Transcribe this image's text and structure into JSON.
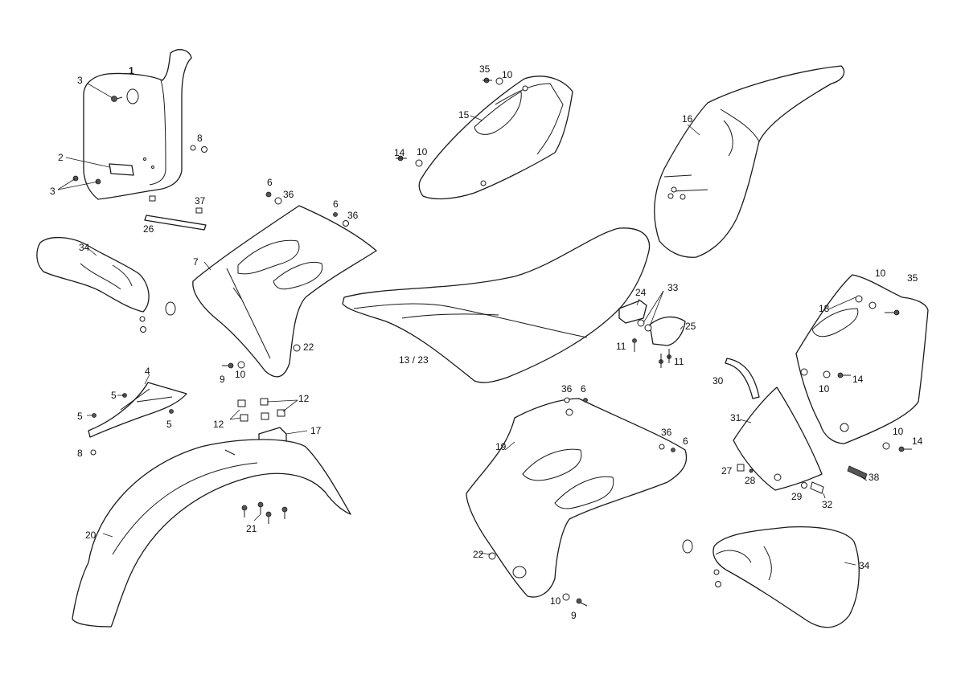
{
  "callouts": {
    "c1": "1",
    "c2": "2",
    "c3a": "3",
    "c3b": "3",
    "c5a": "5",
    "c5b": "5",
    "c5c": "5",
    "c6a": "6",
    "c6b": "6",
    "c6c": "6",
    "c6d": "6",
    "c7": "7",
    "c8a": "8",
    "c8b": "8",
    "c9a": "9",
    "c9b": "9",
    "c10a": "10",
    "c10b": "10",
    "c10c": "10",
    "c10d": "10",
    "c10e": "10",
    "c10f": "10",
    "c10g": "10",
    "c11a": "11",
    "c11b": "11",
    "c12a": "12",
    "c12b": "12",
    "c1323": "13 / 23",
    "c14a": "14",
    "c14b": "14",
    "c14c": "14",
    "c15": "15",
    "c16": "16",
    "c17": "17",
    "c18": "18",
    "c19": "19",
    "c20": "20",
    "c21": "21",
    "c22a": "22",
    "c22b": "22",
    "c24": "24",
    "c25": "25",
    "c26": "26",
    "c27": "27",
    "c28": "28",
    "c29": "29",
    "c30": "30",
    "c31": "31",
    "c32": "32",
    "c33": "33",
    "c34a": "34",
    "c34b": "34",
    "c35a": "35",
    "c35b": "35",
    "c36a": "36",
    "c36b": "36",
    "c36c": "36",
    "c36d": "36",
    "c37": "37",
    "c38": "38",
    "c4": "4"
  }
}
